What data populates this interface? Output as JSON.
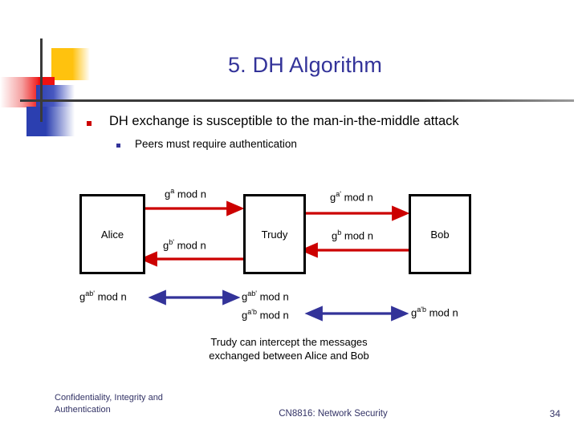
{
  "slide": {
    "title": "5. DH Algorithm",
    "bullets": [
      {
        "level": 1,
        "marker_color": "#CC0000",
        "text": "DH exchange is susceptible to the man-in-the-middle attack"
      },
      {
        "level": 2,
        "marker_color": "#333399",
        "text": "Peers must require authentication"
      }
    ],
    "caption_line1": "Trudy can intercept the messages",
    "caption_line2": "exchanged between Alice and Bob"
  },
  "diagram": {
    "nodes": [
      {
        "id": "alice",
        "label": "Alice"
      },
      {
        "id": "trudy",
        "label": "Trudy"
      },
      {
        "id": "bob",
        "label": "Bob"
      }
    ],
    "messages": [
      {
        "id": "ga",
        "base": "g",
        "exponent": "a",
        "rest": " mod n",
        "color": "#CC0000",
        "direction": "alice-to-trudy"
      },
      {
        "id": "gbp",
        "base": "g",
        "exponent": "b'",
        "rest": " mod n",
        "color": "#CC0000",
        "direction": "trudy-to-alice"
      },
      {
        "id": "gap",
        "base": "g",
        "exponent": "a'",
        "rest": " mod n",
        "color": "#CC0000",
        "direction": "trudy-to-bob"
      },
      {
        "id": "gb",
        "base": "g",
        "exponent": "b",
        "rest": " mod n",
        "color": "#CC0000",
        "direction": "bob-to-trudy"
      }
    ],
    "secrets": [
      {
        "id": "abp-left",
        "base": "g",
        "exponent": "ab'",
        "rest": " mod n"
      },
      {
        "id": "abp-right",
        "base": "g",
        "exponent": "ab'",
        "rest": " mod n"
      },
      {
        "id": "apb-mid",
        "base": "g",
        "exponent": "a'b",
        "rest": " mod n"
      },
      {
        "id": "ab-right",
        "base": "g",
        "exponent": "a'b",
        "rest": " mod n"
      }
    ],
    "shared_arrow_color": "#333399"
  },
  "footer": {
    "left_line1": "Confidentiality, Integrity and",
    "left_line2": "Authentication",
    "center": "CN8816: Network Security",
    "page": "34"
  },
  "colors": {
    "title": "#333399",
    "red": "#CC0000",
    "blue": "#333399",
    "logo_yellow": "#FFC20E",
    "logo_red": "#EE1111",
    "logo_blue": "#2B3FB0"
  }
}
